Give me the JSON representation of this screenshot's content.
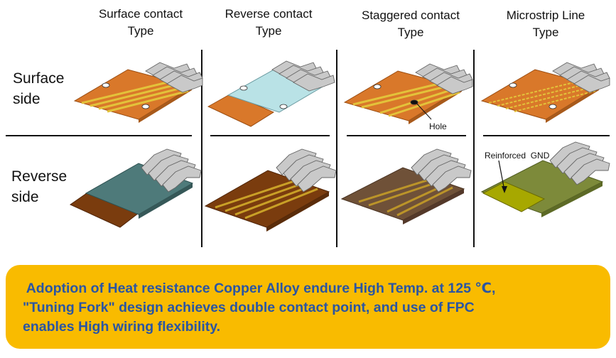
{
  "columns": [
    {
      "line1": "Surface contact",
      "line2": "Type"
    },
    {
      "line1": "Reverse contact",
      "line2": "Type"
    },
    {
      "line1": "Staggered contact",
      "line2": "Type"
    },
    {
      "line1": "Microstrip Line",
      "line2": "Type"
    }
  ],
  "rows": [
    {
      "line1": "Surface",
      "line2": "side"
    },
    {
      "line1": "Reverse",
      "line2": "side"
    }
  ],
  "annotations": {
    "hole": "Hole",
    "reinforced_gnd": "Reinforced  GND"
  },
  "colors": {
    "orange_fpc": "#d9782a",
    "light_blue": "#b9e2e6",
    "teal": "#4e7a7a",
    "brown": "#7a3c0e",
    "olive": "#7d8a3a",
    "gnd": "#a7a800",
    "trace": "#e3c23a",
    "banner": "#f9bb00",
    "banner_text": "#2a55a3"
  },
  "banner": {
    "line1": " Adoption of Heat resistance Copper Alloy endure High Temp. at 125 ℃,",
    "line2": "\"Tuning Fork\" design achieves double contact point, and use of FPC",
    "line3": "enables High wiring flexibility."
  }
}
